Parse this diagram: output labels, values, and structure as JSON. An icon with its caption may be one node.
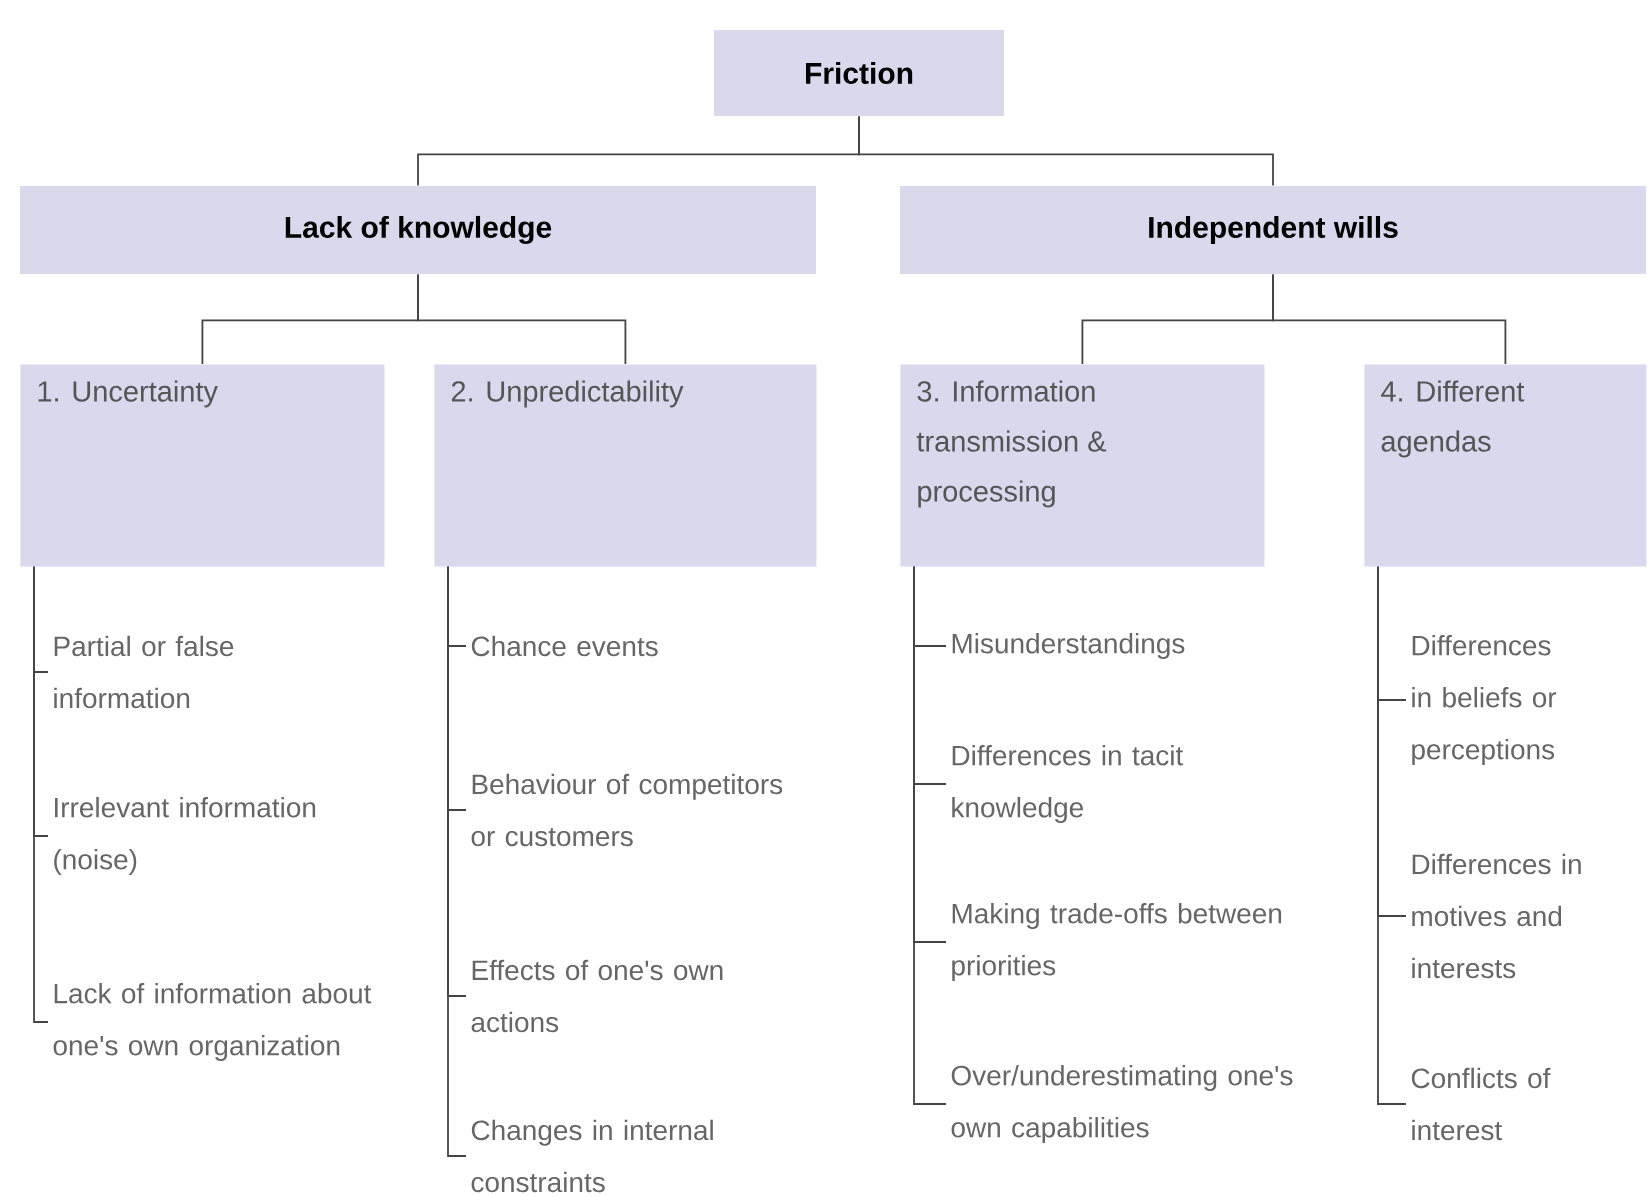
{
  "diagram": {
    "nodes": [
      {
        "text": [
          "Friction"
        ]
      },
      {
        "text": [
          "Lack of knowledge"
        ]
      },
      {
        "text": [
          "Independent wills"
        ]
      },
      {
        "text": [
          "1. Uncertainty"
        ]
      },
      {
        "text": [
          "2. Unpredictability"
        ]
      },
      {
        "text": [
          "3. Information transmission & processing"
        ]
      },
      {
        "text": [
          "4. Different agendas"
        ]
      },
      {
        "text": [
          "Partial or false information"
        ]
      },
      {
        "text": [
          "Irrelevant information (noise)"
        ]
      },
      {
        "text": [
          "Lack of information about one's own organization"
        ]
      },
      {
        "text": [
          "Chance events"
        ]
      },
      {
        "text": [
          "Behaviour of competitors or customers"
        ]
      },
      {
        "text": [
          "Effects of one's own actions"
        ]
      },
      {
        "text": [
          "Changes in internal constraints"
        ]
      },
      {
        "text": [
          "Misunderstandings"
        ]
      },
      {
        "text": [
          "Differences in tacit knowledge"
        ]
      },
      {
        "text": [
          "Making trade-offs between priorities"
        ]
      },
      {
        "text": [
          "Over/underestimating one's own capabilities"
        ]
      },
      {
        "text": [
          "Differences in beliefs or perceptions"
        ]
      },
      {
        "text": [
          "Differences in motives and interests"
        ]
      },
      {
        "text": [
          "Conflicts of interest"
        ]
      }
    ],
    "edges": [
      {
        "from": 0,
        "to": 1,
        "arrow": "none"
      },
      {
        "from": 0,
        "to": 2,
        "arrow": "none"
      },
      {
        "from": 1,
        "to": 3,
        "arrow": "none"
      },
      {
        "from": 1,
        "to": 4,
        "arrow": "none"
      },
      {
        "from": 2,
        "to": 5,
        "arrow": "none"
      },
      {
        "from": 2,
        "to": 6,
        "arrow": "none"
      },
      {
        "from": 3,
        "to": 7,
        "arrow": "none"
      },
      {
        "from": 3,
        "to": 8,
        "arrow": "none"
      },
      {
        "from": 3,
        "to": 9,
        "arrow": "none"
      },
      {
        "from": 4,
        "to": 10,
        "arrow": "none"
      },
      {
        "from": 4,
        "to": 11,
        "arrow": "none"
      },
      {
        "from": 4,
        "to": 12,
        "arrow": "none"
      },
      {
        "from": 4,
        "to": 13,
        "arrow": "none"
      },
      {
        "from": 5,
        "to": 14,
        "arrow": "none"
      },
      {
        "from": 5,
        "to": 15,
        "arrow": "none"
      },
      {
        "from": 5,
        "to": 16,
        "arrow": "none"
      },
      {
        "from": 5,
        "to": 17,
        "arrow": "none"
      },
      {
        "from": 6,
        "to": 18,
        "arrow": "none"
      },
      {
        "from": 6,
        "to": 19,
        "arrow": "none"
      },
      {
        "from": 6,
        "to": 20,
        "arrow": "none"
      }
    ]
  }
}
